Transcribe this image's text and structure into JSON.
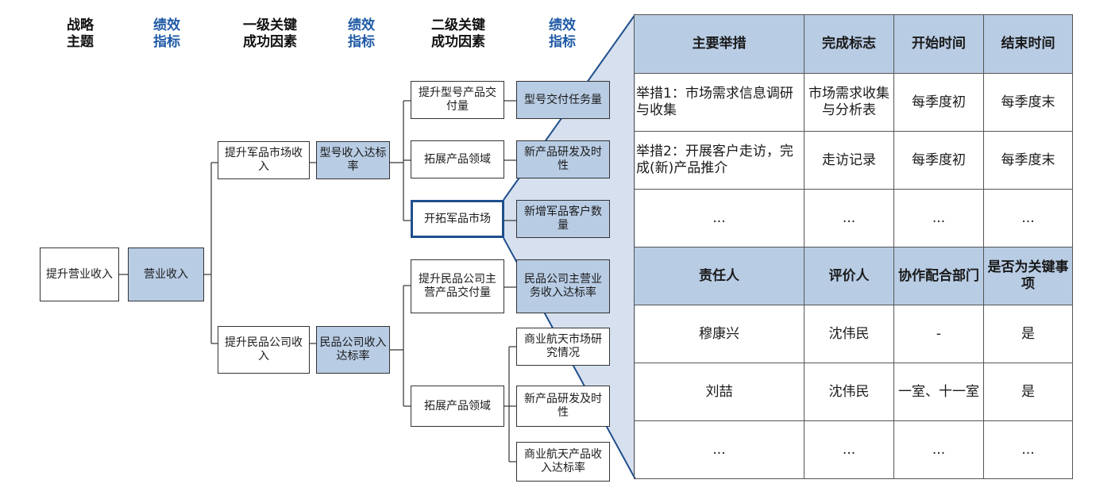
{
  "headers": [
    {
      "id": "h1",
      "text": "战略\n主题",
      "color": "black"
    },
    {
      "id": "h2",
      "text": "绩效\n指标",
      "color": "blue"
    },
    {
      "id": "h3",
      "text": "一级关键\n成功因素",
      "color": "black"
    },
    {
      "id": "h4",
      "text": "绩效\n指标",
      "color": "blue"
    },
    {
      "id": "h5",
      "text": "二级关键\n成功因素",
      "color": "black"
    },
    {
      "id": "h6",
      "text": "绩效\n指标",
      "color": "blue"
    }
  ],
  "nodes": {
    "theme": "提升营业收入",
    "revenue": "营业收入",
    "military_market": "提升军品市场收入",
    "model_rate": "型号收入达标率",
    "civil_income": "提升民品公司收入",
    "civil_rate": "民品公司收入达标率",
    "boost_delivery": "提升型号产品交付量",
    "expand_domain_1": "拓展产品领域",
    "open_market": "开拓军品市场",
    "civil_main": "提升民品公司主营产品交付量",
    "expand_domain_2": "拓展产品领域",
    "task_delivery": "型号交付任务量",
    "new_product_1": "新产品研发及时性",
    "new_customers": "新增军品客户数量",
    "civil_main_rate": "民品公司主营业务收入达标率",
    "aero_research": "商业航天市场研究情况",
    "new_product_2": "新产品研发及时性",
    "aero_income": "商业航天产品收入达标率"
  },
  "table": {
    "header1": [
      "主要举措",
      "完成标志",
      "开始时间",
      "结束时间"
    ],
    "rows1": [
      [
        "举措1：市场需求信息调研与收集",
        "市场需求收集与分析表",
        "每季度初",
        "每季度末"
      ],
      [
        "举措2：开展客户走访，完成(新)产品推介",
        "走访记录",
        "每季度初",
        "每季度末"
      ],
      [
        "...",
        "...",
        "...",
        "..."
      ]
    ],
    "header2": [
      "责任人",
      "评价人",
      "协作配合部门",
      "是否为关键事项"
    ],
    "rows2": [
      [
        "穆康兴",
        "沈伟民",
        "-",
        "是"
      ],
      [
        "刘喆",
        "沈伟民",
        "一室、十一室",
        "是"
      ],
      [
        "...",
        "...",
        "...",
        "..."
      ]
    ]
  },
  "colors": {
    "header_blue": "#1f5aa6",
    "kpi_fill": "#b8cce4",
    "highlight_border": "#1f4e8c",
    "callout_fill": "#d6e0ee"
  }
}
